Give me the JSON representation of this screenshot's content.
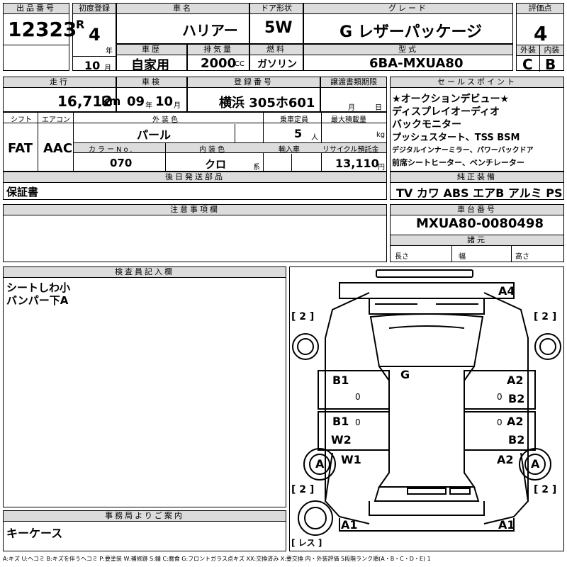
{
  "header": {
    "lot_label": "出品番号",
    "lot": "12323",
    "reg_label": "初度登録",
    "era": "R",
    "reg_year": "4",
    "year_unit": "年",
    "reg_month": "10",
    "month_unit": "月",
    "name_label": "車名",
    "name": "ハリアー",
    "door_label": "ドア形状",
    "door": "5W",
    "grade_label": "グレード",
    "grade": "G レザーパッケージ",
    "score_label": "評価点",
    "score": "4",
    "history_label": "車歴",
    "history": "自家用",
    "disp_label": "排気量",
    "displacement": "2000",
    "cc": "CC",
    "fuel_label": "燃料",
    "fuel": "ガソリン",
    "model_label": "型式",
    "model": "6BA-MXUA80",
    "ext_label": "外装",
    "ext_grade": "C",
    "int_label": "内装",
    "int_grade": "B"
  },
  "row2": {
    "mileage_label": "走行",
    "mileage": "16,712",
    "km": "km",
    "inspection_label": "車検",
    "insp_year": "09",
    "insp_year_unit": "年",
    "insp_month": "10",
    "insp_month_unit": "月",
    "plate_label": "登録番号",
    "plate": "横浜 305ホ601",
    "transfer_label": "譲渡書類期限",
    "transfer_month": "月",
    "transfer_day": "日",
    "selling_label": "セールスポイント",
    "selling_points": [
      "★オークションデビュー★",
      "ディスプレイオーディオ",
      "バックモニター",
      "プッシュスタート、TSS BSM",
      "デジタルインナーミラー、パワーバックドア",
      "前席シートヒーター、ベンチレーター"
    ]
  },
  "row3": {
    "shift_label": "シフト",
    "shift": "FAT",
    "ac_label": "エアコン",
    "ac": "AAC",
    "color_label": "外装色",
    "color": "パール",
    "capacity_label": "乗車定員",
    "capacity": "5",
    "capacity_unit": "人",
    "loadcap_label": "最大積載量",
    "loadcap_unit": "kg",
    "colorno_label": "カラーNo.",
    "color_no": "070",
    "intcolor_label": "内装色",
    "int_color": "クロ",
    "int_color_suffix": "系",
    "import_label": "輸入車",
    "recycle_label": "リサイクル預託金",
    "recycle": "13,110",
    "yen": "円"
  },
  "row4": {
    "parts_label": "後日発送部品",
    "parts": "保証書",
    "equip_label": "純正装備",
    "equipment": "TV カワ ABS エアB アルミ PS PW"
  },
  "notes": {
    "label": "注意事項欄",
    "text": ""
  },
  "chassis": {
    "label": "車台番号",
    "number": "MXUA80-0080498",
    "dims_label": "諸元",
    "length": "長さ",
    "width": "幅",
    "height": "高さ"
  },
  "inspector": {
    "label": "検査員記入欄",
    "lines": [
      "シートしわ小",
      "バンパー下A"
    ]
  },
  "office": {
    "label": "事務局よりご案内",
    "text": "キーケース"
  },
  "diagram": {
    "marks": {
      "a4": "A4",
      "g": "G",
      "b1_left": "B1",
      "b1_left2": "B1",
      "w2": "W2",
      "w1": "W1",
      "a2_right": "A2",
      "b2_right": "B2",
      "a2_right2": "A2",
      "b2_right2": "B2",
      "a2_right3": "A2",
      "a_left_wheel": "A",
      "a_right_wheel": "A",
      "a1_left": "A1",
      "a1_right": "A1",
      "zero1": "0",
      "zero2": "0",
      "zero3": "0",
      "zero4": "0"
    },
    "tire": [
      "[ 2 ]",
      "[ 2 ]",
      "[ 2 ]",
      "[ 2 ]"
    ],
    "spare": "[ レス ]"
  },
  "legend": "A:キズ U:ヘコミ B:キズを伴うヘコミ P:要塗装 W:補修跡 S:錆 C:腐食 G:フロントガラス点キズ XX:交換済み X:要交換 内・外装評価 5段階ランク順(A・B・C・D・E) 1"
}
